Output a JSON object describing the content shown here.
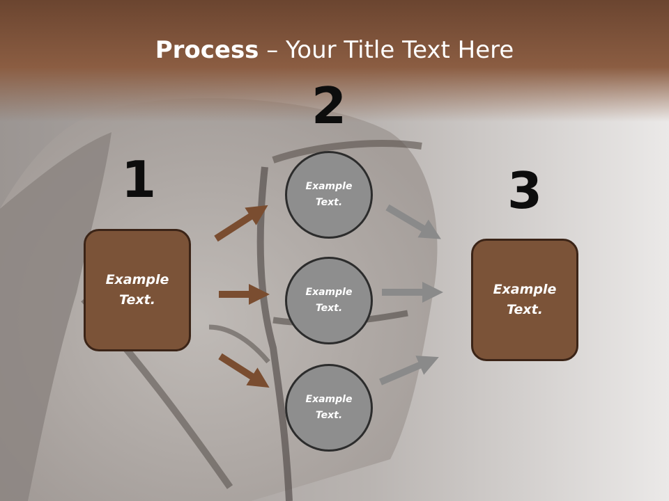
{
  "title": {
    "bold": "Process",
    "rest": " – Your Title Text Here"
  },
  "steps": {
    "one": "1",
    "two": "2",
    "three": "3"
  },
  "input_box": {
    "line1": "Example",
    "line2": "Text."
  },
  "circles": [
    {
      "line1": "Example",
      "line2": "Text."
    },
    {
      "line1": "Example",
      "line2": "Text."
    },
    {
      "line1": "Example",
      "line2": "Text."
    }
  ],
  "output_box": {
    "line1": "Example",
    "line2": "Text."
  },
  "colors": {
    "header": "#8a5a3e",
    "box": "#7b5338",
    "circle": "#8e8e8e",
    "arrow_in": "#7a4d30",
    "arrow_out": "#8a8a8a"
  }
}
